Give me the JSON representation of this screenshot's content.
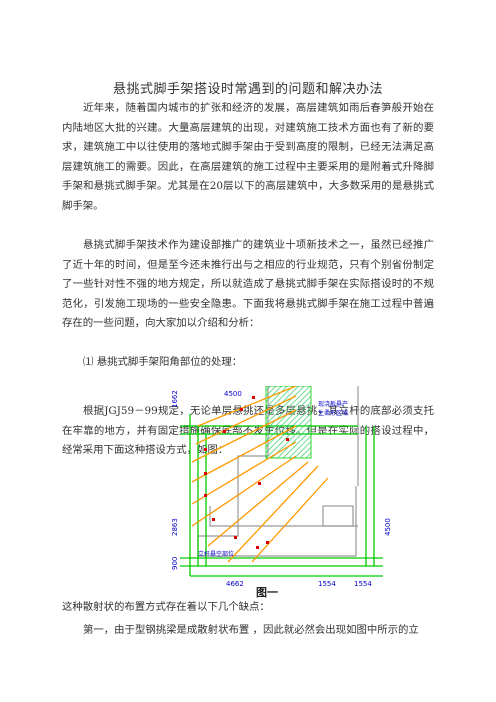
{
  "document": {
    "title": "悬挑式脚手架搭设时常遇到的问题和解决办法",
    "paragraphs": {
      "p1": "近年来，随着国内城市的扩张和经济的发展，高层建筑如雨后春笋般开始在内陆地区大批的兴建。大量高层建筑的出现，对建筑施工技术方面也有了新的要求，建筑施工中以往使用的落地式脚手架由于受到高度的限制，已经无法满足高层建筑施工的需要。因此，在高层建筑的施工过程中主要采用的是附着式升降脚手架和悬挑式脚手架。尤其是在20层以下的高层建筑中，大多数采用的是悬挑式脚手架。",
      "p2": "悬挑式脚手架技术作为建设部推广的建筑业十项新技术之一，虽然已经推广了近十年的时间，但是至今还未推行出与之相应的行业规范，只有个别省份制定了一些针对性不强的地方规定，所以就造成了悬挑式脚手架在实际搭设时的不规范化，引发施工现场的一些安全隐患。下面我将悬挑式脚手架在施工过程中普遍存在的一些问题，向大家加以介绍和分析：",
      "p3": "⑴ 悬挑式脚手架阳角部位的处理：",
      "p4": "根据JGJ59－99规定，无论单层悬挑还是多层悬挑，其立杆的底部必须支托在牢靠的地方，并有固定措施确保底部不发生位移。但是在实际的搭设过程中，经常采用下面这种搭设方式，如图：",
      "p5": "这种散射状的布置方式存在着以下几个缺点：",
      "p6": "第一，由于型钢挑梁是成散射状布置 ，因此就必然会出现如图中所示的立"
    }
  },
  "figure": {
    "caption": "图一",
    "dimensions": {
      "top_left": "1662",
      "top": "4500",
      "left_mid": "2863",
      "left_bottom": "900",
      "right": "4500",
      "bottom_1": "4662",
      "bottom_2": "1554",
      "bottom_3": "1554"
    },
    "notes": {
      "hatch_line1": "现浇板悬产",
      "hatch_line2": "生柔形区域",
      "bottom": "立杆悬空部位"
    },
    "colors": {
      "green": "#00cc00",
      "orange": "#ff9900",
      "hatch": "#33cc66",
      "gray": "#999999",
      "dim": "#0000cc",
      "red": "#dd0000"
    }
  }
}
